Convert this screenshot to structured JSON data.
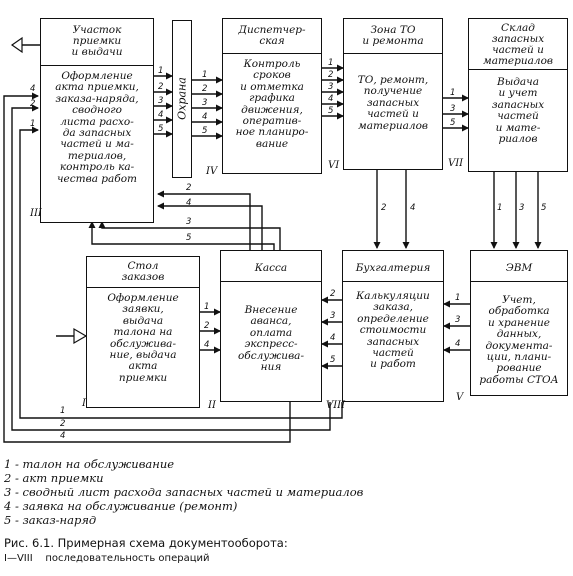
{
  "blocks": [
    {
      "id": "priemka",
      "title": "Участок\nприемки\nи выдачи",
      "body": "Оформление\nакта приемки,\nзаказа-наряда,\nсводного\nлиста расхо-\nда запасных\nчастей и ма-\nтериалов,\nконтроль ка-\nчества работ",
      "roman": "III"
    },
    {
      "id": "okhrana",
      "title": "Охрана",
      "roman": "IV"
    },
    {
      "id": "dispatch",
      "title": "Диспетчер-\nская",
      "body": "Контроль\nсроков\nи отметка\nграфика\nдвижения,\nоператив-\nное планиро-\nвание",
      "roman": "VI"
    },
    {
      "id": "zona",
      "title": "Зона ТО\nи ремонта",
      "body": "ТО, ремонт,\nполучение\nзапасных\nчастей и\nматериалов",
      "roman": "VII"
    },
    {
      "id": "sklad",
      "title": "Склад\nзапасных\nчастей и\nматериалов",
      "body": "Выдача\nи учет\nзапасных\nчастей\nи мате-\nриалов",
      "roman": ""
    },
    {
      "id": "stol",
      "title": "Стол\nзаказов",
      "body": "Оформление\nзаявки,\nвыдача\nталона на\nобслужива-\nние, выдача\nакта\nприемки",
      "roman": "I"
    },
    {
      "id": "kassa",
      "title": "Касса",
      "body": "Внесение\nаванса,\nоплата\nэкспресс-\nобслужива-\nния",
      "roman": "II"
    },
    {
      "id": "bukh",
      "title": "Бухгалтерия",
      "body": "Калькуляции\nзаказа,\nопределение\nстоимости\nзапасных\nчастей\nи работ",
      "roman": "VIII"
    },
    {
      "id": "evm",
      "title": "ЭВМ",
      "body": "Учет,\nобработка\nи хранение\nданных,\nдокумента-\nции, плани-\nрование\nработы СТОА",
      "roman": "V"
    }
  ],
  "legend": [
    "1 - талон на обслуживание",
    "2 - акт приемки",
    "3 - сводный лист расхода запасных частей и материалов",
    "4 - заявка на обслуживание (ремонт)",
    "5 - заказ-наряд"
  ],
  "caption": "Рис. 6.1. Примерная схема документооборота:",
  "caption_note": "I—VIII    последовательность операций",
  "doc_numbers": {
    "n1": "1",
    "n2": "2",
    "n3": "3",
    "n4": "4",
    "n5": "5"
  }
}
